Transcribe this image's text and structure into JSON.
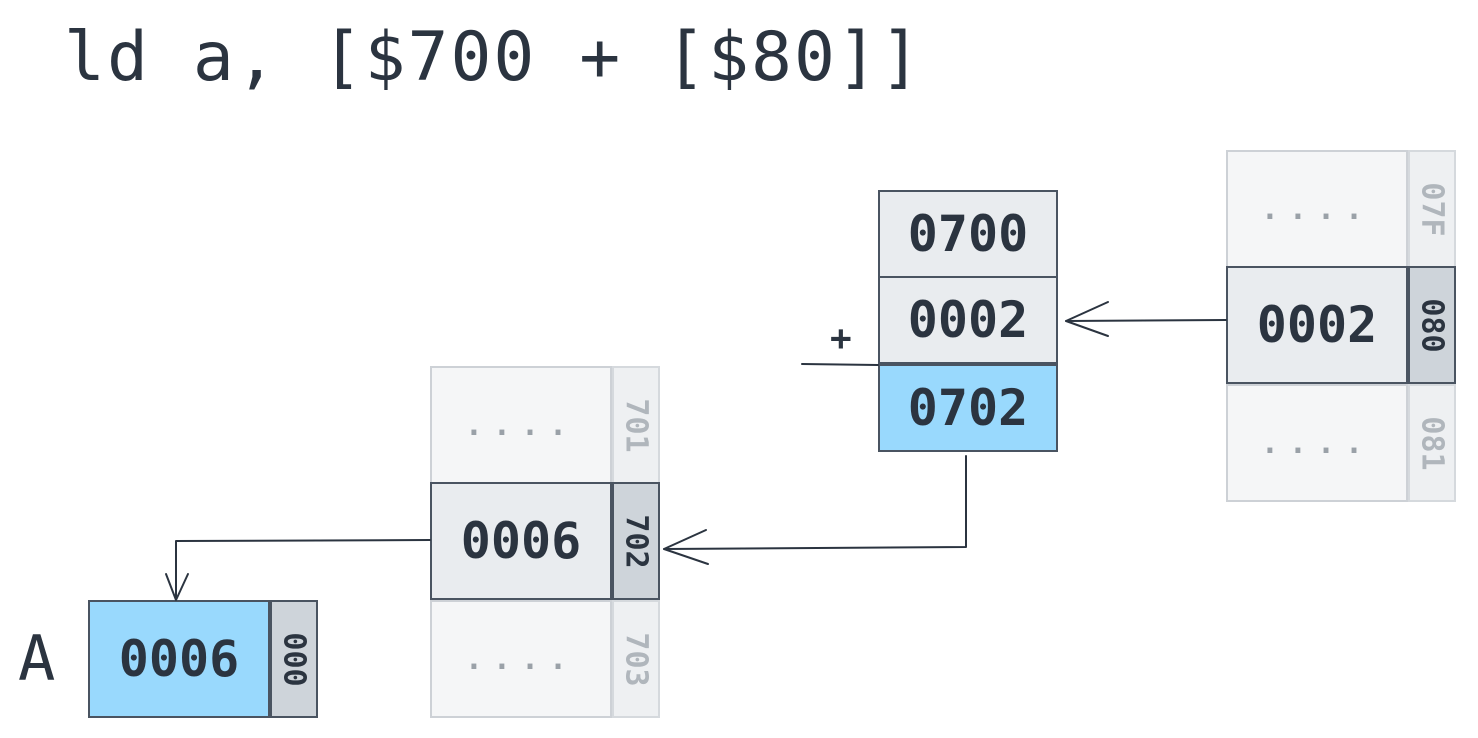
{
  "instruction": "ld a, [$700 + [$80]]",
  "register": {
    "label": "A",
    "value": "0006",
    "addr": "000"
  },
  "memory_700": [
    {
      "value": "....",
      "addr": "701",
      "state": "faint"
    },
    {
      "value": "0006",
      "addr": "702",
      "state": "active"
    },
    {
      "value": "....",
      "addr": "703",
      "state": "faint"
    }
  ],
  "memory_80": [
    {
      "value": "....",
      "addr": "07F",
      "state": "faint"
    },
    {
      "value": "0002",
      "addr": "080",
      "state": "active"
    },
    {
      "value": "....",
      "addr": "081",
      "state": "faint"
    }
  ],
  "addition": {
    "operator": "+",
    "operand1": "0700",
    "operand2": "0002",
    "result": "0702"
  },
  "colors": {
    "text": "#2b3440",
    "highlight_blue": "#99d9fd",
    "active_cell": "#e9ecef",
    "faint_cell": "#f5f6f7"
  }
}
